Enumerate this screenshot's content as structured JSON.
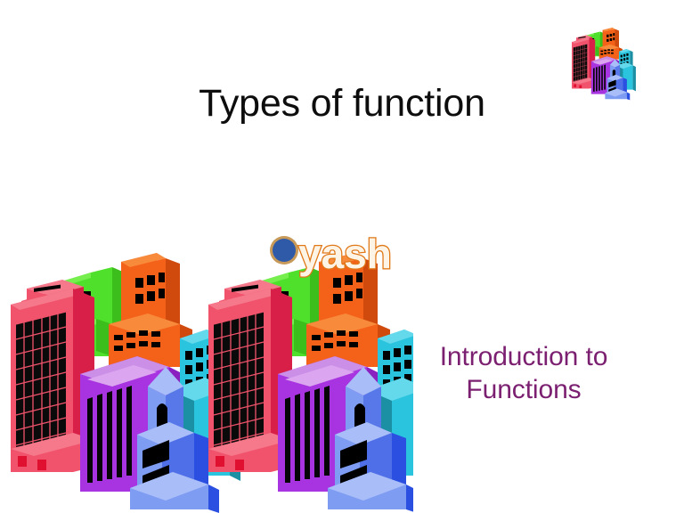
{
  "slide": {
    "background_color": "#ffffff",
    "title": "Types of function",
    "title_color": "#0d0d0d",
    "subtitle": "Introduction to Functions",
    "subtitle_line1": "Introduction to",
    "subtitle_line2": "Functions",
    "subtitle_color": "#7b1f70"
  },
  "watermark": {
    "text": "yash",
    "outline_color": "#e07818",
    "fill_color": "#fdf4e6",
    "dot_color": "#2f5aa8",
    "dot_ring_color": "#c89a5a"
  },
  "artwork": {
    "top_right": {
      "name": "cityscape-clipart",
      "description": "Isometric colorful cityscape"
    },
    "bottom_left": {
      "name": "cityscape-clipart",
      "description": "Isometric colorful cityscape, enlarged"
    },
    "palette": {
      "pink_face": "#f0536b",
      "pink_side": "#d81f48",
      "pink_top": "#f5788b",
      "green_face": "#4ee02a",
      "green_side": "#3cbf1c",
      "green_top": "#76ef4e",
      "orange_face": "#f4621a",
      "orange_side": "#cf4a0c",
      "orange_top": "#f88a3c",
      "purple_face": "#a833e0",
      "purple_side": "#8a20c0",
      "purple_top": "#cc8fe8",
      "cyan_face": "#2ac4de",
      "cyan_side": "#1b8fa3",
      "cyan_top": "#65d9ec",
      "blue_face": "#2b4fe0",
      "blue_side": "#1a2fa8",
      "blue_top": "#6f8ef0",
      "lightblue_face": "#7e9cf2",
      "lightblue_top": "#a9bdf8",
      "window_color": "#000000"
    }
  }
}
